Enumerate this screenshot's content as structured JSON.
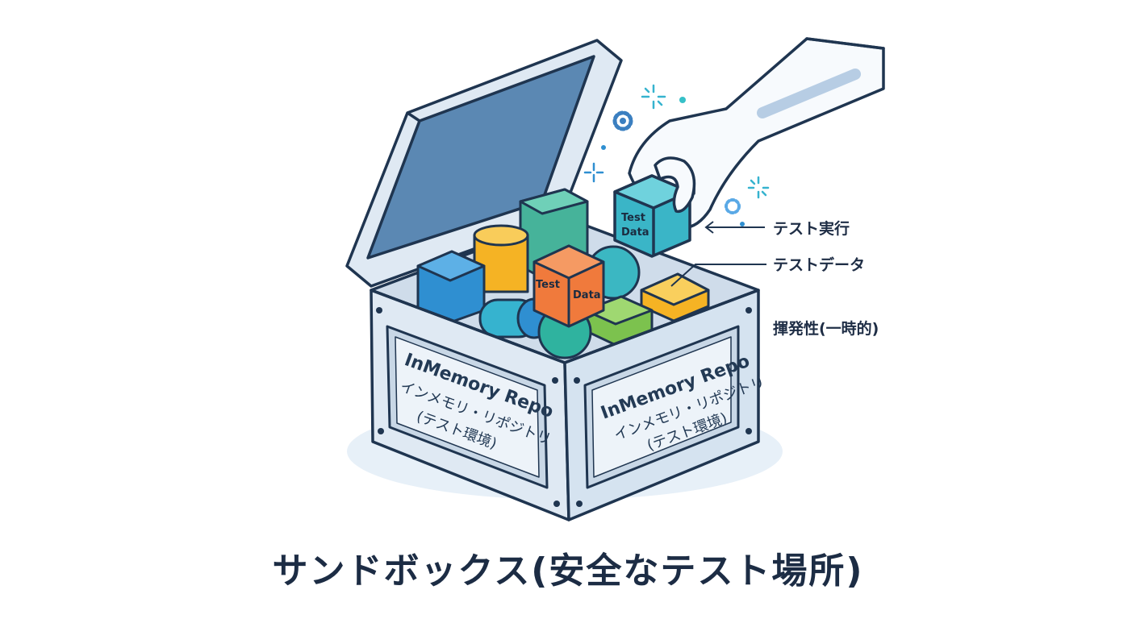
{
  "plate_left": {
    "title": "InMemory Repo",
    "line1": "インメモリ・リポジトリ",
    "line2": "(テスト環境)"
  },
  "plate_right": {
    "title": "InMemory Repo",
    "line1": "インメモリ・リポジトリ",
    "line2": "(テスト環境)"
  },
  "cube_held": {
    "line1": "Test",
    "line2": "Data"
  },
  "cube_inside": {
    "line1": "Test",
    "line2": "Data"
  },
  "callouts": {
    "run": "テスト実行",
    "data": "テストデータ",
    "volatile": "揮発性(一時的)"
  },
  "caption": "サンドボックス(安全なテスト場所)",
  "colors": {
    "outline": "#1f3550",
    "box_face": "#dfe9f3",
    "lid_inner": "#5b88b3",
    "teal": "#46b39a",
    "orange": "#f07a3c",
    "yellow": "#f5b324",
    "blue": "#2f8fd1",
    "green": "#7cc24e"
  }
}
